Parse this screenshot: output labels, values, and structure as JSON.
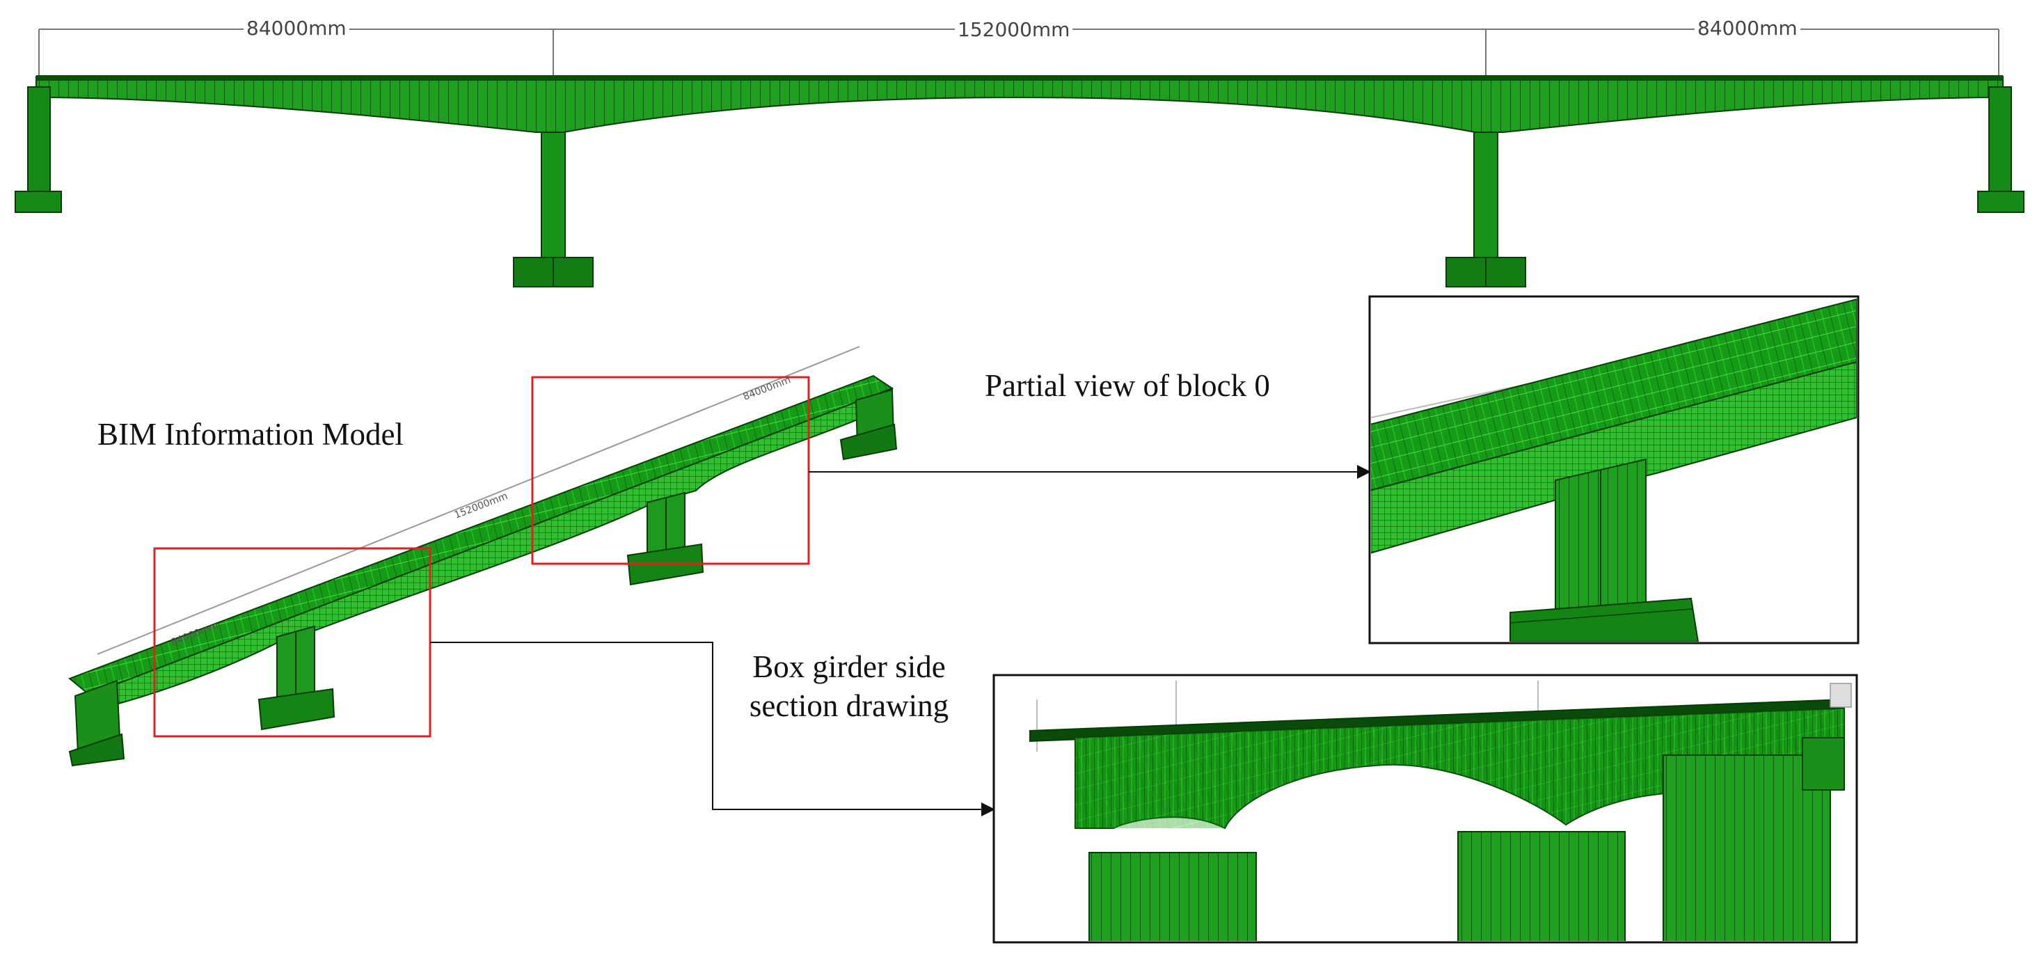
{
  "dimensions": {
    "left_span": "84000mm",
    "center_span": "152000mm",
    "right_span": "84000mm"
  },
  "labels": {
    "bim_model": "BIM Information Model",
    "block_view": "Partial view of block 0",
    "box_girder": "Box girder side section drawing"
  },
  "model_dimensions": [
    "84000mm",
    "152000mm",
    "84000mm"
  ],
  "colors": {
    "steel_green": "#1a9e1a",
    "dark_green": "#0d6b0d",
    "bright_green": "#3cff3c",
    "highlight_box": "#e02020",
    "line": "#111111"
  }
}
